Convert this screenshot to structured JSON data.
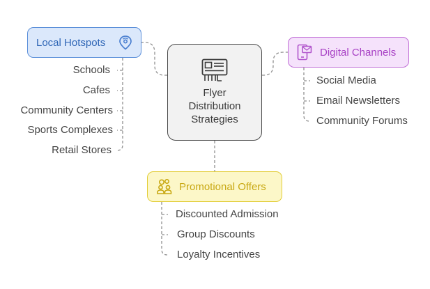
{
  "center": {
    "title_lines": [
      "Flyer",
      "Distribution",
      "Strategies"
    ],
    "icon": "flyer-icon"
  },
  "branches": {
    "local": {
      "label": "Local Hotspots",
      "icon": "location-pin-icon",
      "color": "#5b8fd9",
      "items": [
        "Schools",
        "Cafes",
        "Community Centers",
        "Sports Complexes",
        "Retail Stores"
      ]
    },
    "digital": {
      "label": "Digital Channels",
      "icon": "mobile-message-icon",
      "color": "#c06ed6",
      "items": [
        "Social Media",
        "Email Newsletters",
        "Community Forums"
      ]
    },
    "promo": {
      "label": "Promotional Offers",
      "icon": "group-people-icon",
      "color": "#e2cd36",
      "items": [
        "Discounted Admission",
        "Group Discounts",
        "Loyalty Incentives"
      ]
    }
  }
}
